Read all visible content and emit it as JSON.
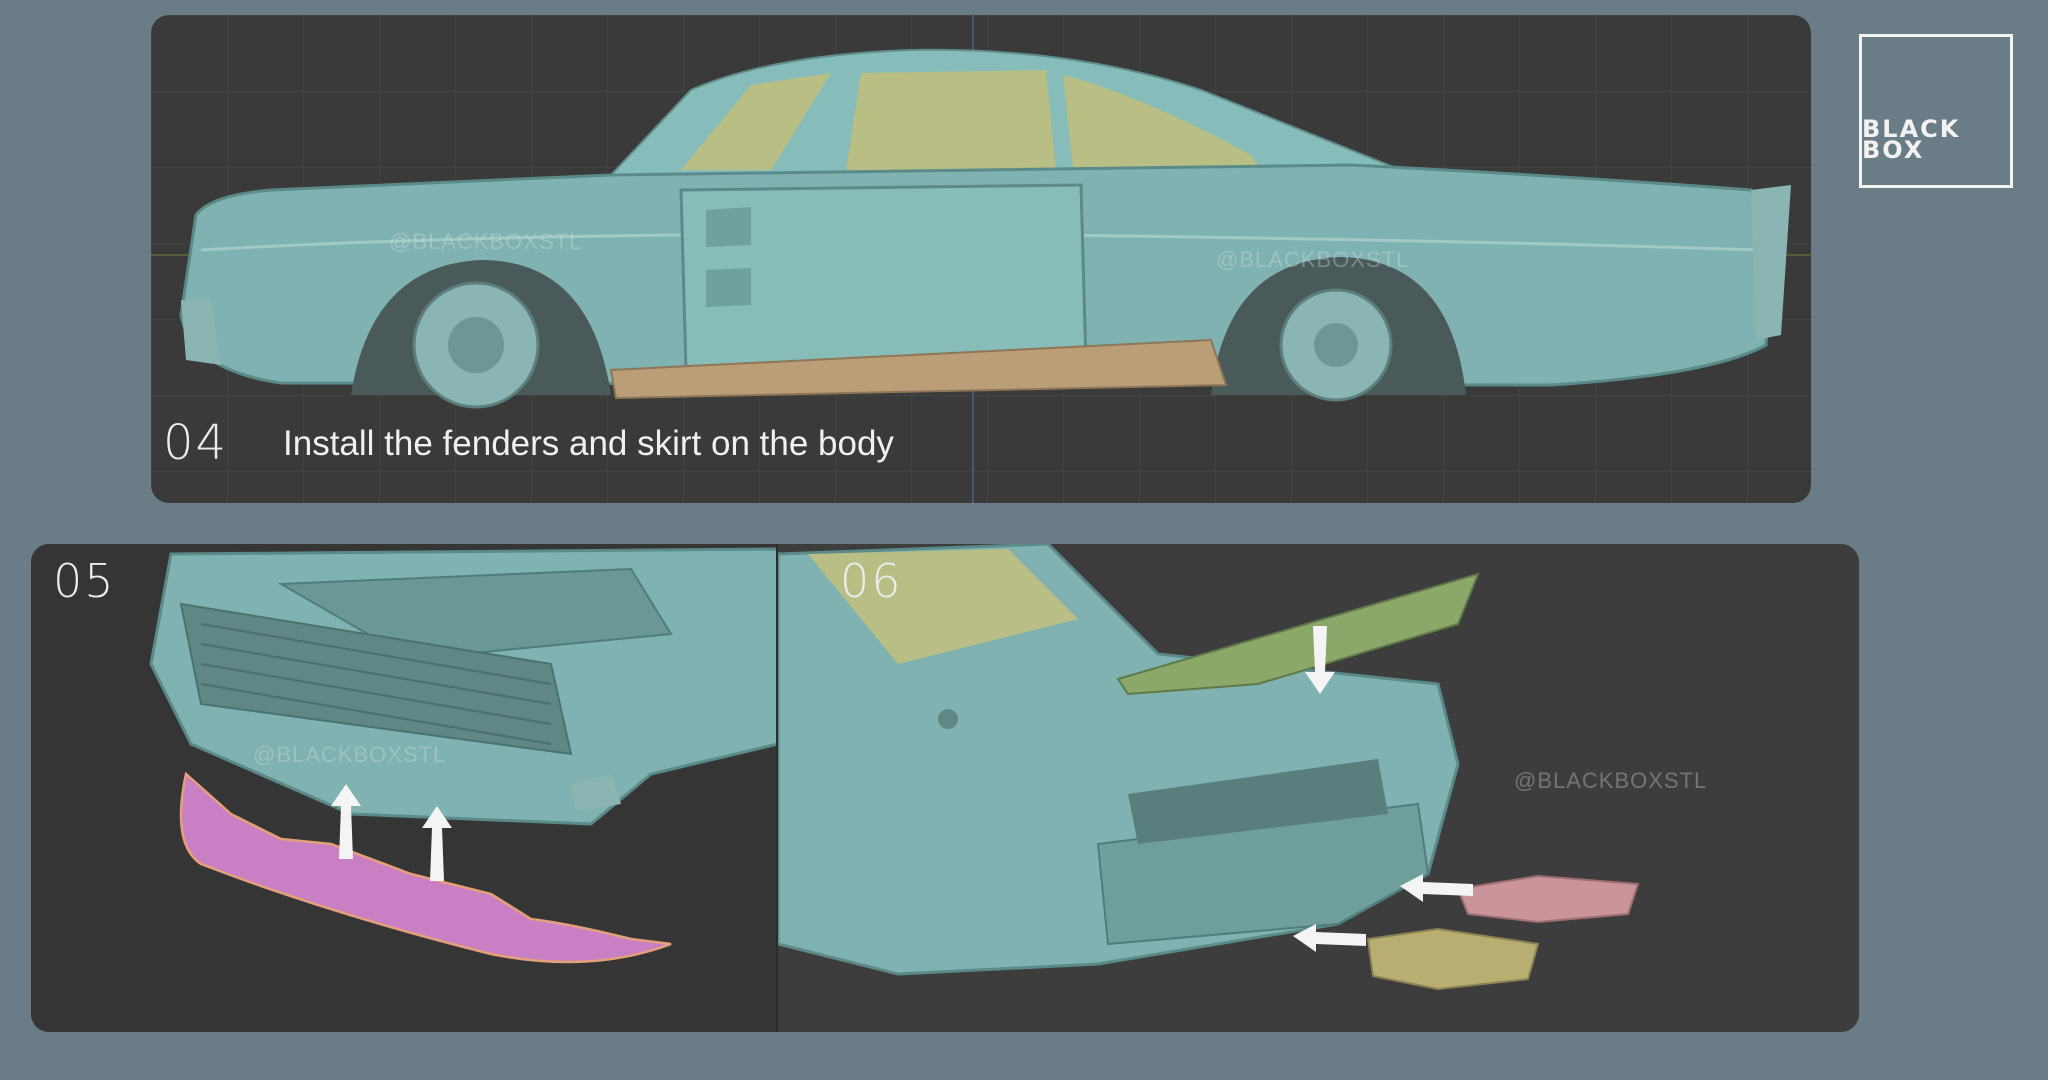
{
  "logo": {
    "text": "BLACK\nBOX"
  },
  "panels": {
    "step04": {
      "number": "04",
      "caption": "Install the fenders and skirt on the body",
      "watermark_left": "@BLACKBOXSTL",
      "watermark_right": "@BLACKBOXSTL"
    },
    "step05": {
      "number": "05",
      "watermark": "@BLACKBOXSTL"
    },
    "step06": {
      "number": "06",
      "watermark": "@BLACKBOXSTL"
    }
  },
  "colors": {
    "background": "#6a7d87",
    "panel": "#3a3a3a",
    "car_body": "#7fb2b0",
    "glass": "#b9bf84",
    "skirt": "#b99e78",
    "bumper": "#c97fc4",
    "spoiler": "#8ba86a",
    "exhaust_pink": "#c9949a",
    "exhaust_gold": "#b8ae72",
    "text": "#f0f0f0"
  },
  "icons": [
    "up-arrow-icon",
    "down-arrow-icon",
    "left-arrow-icon"
  ]
}
